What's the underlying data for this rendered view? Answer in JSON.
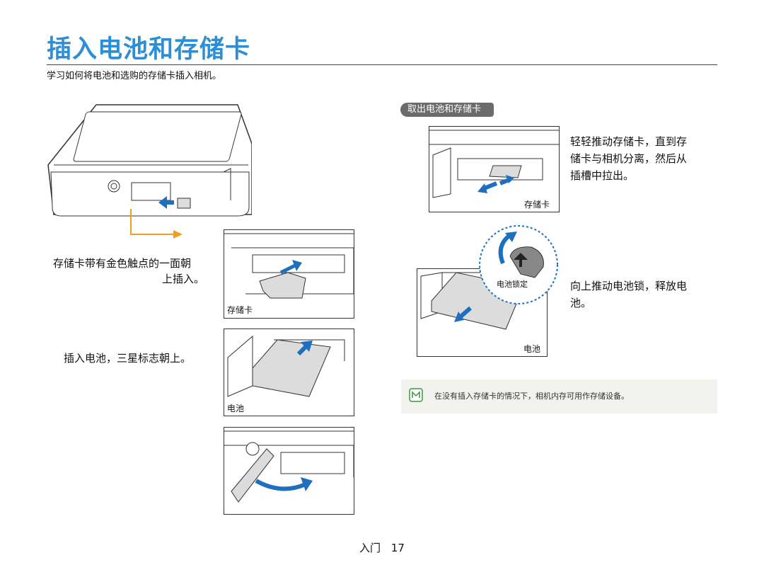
{
  "page": {
    "title": "插入电池和存储卡",
    "subtitle": "学习如何将电池和选购的存储卡插入相机。"
  },
  "left": {
    "caption_card_line1": "存储卡带有金色触点的一面朝",
    "caption_card_line2": "上插入。",
    "caption_battery": "插入电池，三星标志朝上。",
    "fig_card_label": "存储卡",
    "fig_battery_label": "电池"
  },
  "right": {
    "section_title": "取出电池和存储卡",
    "card_instruction_line1": "轻轻推动存储卡，直到存",
    "card_instruction_line2": "储卡与相机分离，然后从",
    "card_instruction_line3": "插槽中拉出。",
    "fig_card_label": "存储卡",
    "battery_instruction_line1": "向上推动电池锁，释放电",
    "battery_instruction_line2": "池。",
    "lock_label": "电池锁定",
    "fig_battery_label": "电池",
    "note": "在没有插入存储卡的情况下，相机内存可用作存储设备。",
    "note_icon": "note-icon"
  },
  "footer": {
    "section": "入门",
    "page_number": "17"
  },
  "colors": {
    "title": "#2b8ed6",
    "arrow": "#1f6fc0",
    "orange_arrow": "#f0a020"
  }
}
